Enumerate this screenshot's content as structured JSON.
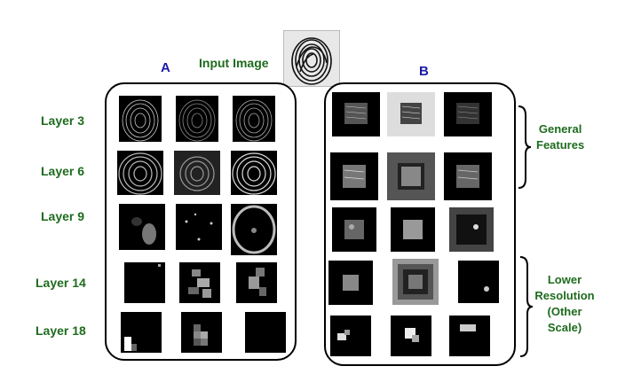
{
  "input_label": "Input Image",
  "panel_a_letter": "A",
  "panel_b_letter": "B",
  "layers": [
    "Layer 3",
    "Layer 6",
    "Layer 9",
    "Layer 14",
    "Layer 18"
  ],
  "right_labels": {
    "general_line1": "General",
    "general_line2": "Features",
    "lower_line1": "Lower",
    "lower_line2": "Resolution",
    "lower_line3": "(Other",
    "lower_line4": "Scale)"
  },
  "colors": {
    "label_green": "#1e6b1e",
    "letter_blue": "#1a1aa8"
  }
}
